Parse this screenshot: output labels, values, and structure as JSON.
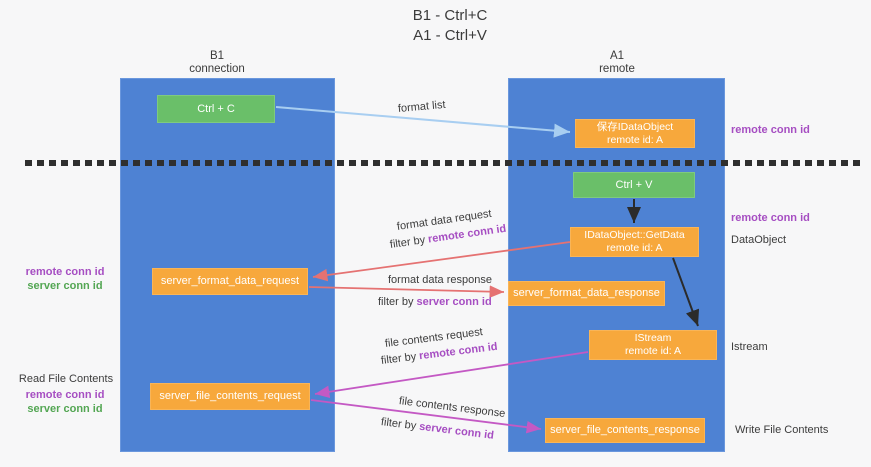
{
  "title": {
    "line1": "B1 - Ctrl+C",
    "line2": "A1 - Ctrl+V"
  },
  "columns": {
    "left": {
      "name": "B1",
      "subtitle": "connection"
    },
    "right": {
      "name": "A1",
      "subtitle": "remote"
    }
  },
  "boxes": {
    "ctrl_c": "Ctrl + C",
    "ctrl_v": "Ctrl + V",
    "save_idataobject": {
      "line1": "保存IDataObject",
      "line2": "remote id: A"
    },
    "getdata": {
      "line1": "IDataObject::GetData",
      "line2": "remote id: A"
    },
    "istream": {
      "line1": "IStream",
      "line2": "remote id: A"
    },
    "server_format_data_request": "server_format_data_request",
    "server_format_data_response": "server_format_data_response",
    "server_file_contents_request": "server_file_contents_request",
    "server_file_contents_response": "server_file_contents_response"
  },
  "flow_labels": {
    "format_list": "format list",
    "format_data_request": "format data request",
    "format_data_response": "format data response",
    "file_contents_request": "file contents request",
    "file_contents_response": "file contents response",
    "filter_by": "filter by",
    "remote_conn_id": "remote conn id",
    "server_conn_id": "server conn id"
  },
  "side_labels": {
    "left": {
      "remote_conn_id": "remote conn id",
      "server_conn_id": "server conn id",
      "read_file_contents": "Read File Contents"
    },
    "right": {
      "remote_conn_id_top": "remote conn id",
      "remote_conn_id_mid": "remote conn id",
      "dataobject": "DataObject",
      "istream": "Istream",
      "write_file_contents": "Write File Contents"
    }
  },
  "colors": {
    "column_blue": "#4e82d3",
    "box_green": "#6abf69",
    "box_orange": "#f7a83c",
    "purple_text": "#a64ec2",
    "green_text": "#53a653",
    "arrow_light_blue": "#a8cef1",
    "arrow_salmon": "#e57272",
    "arrow_magenta": "#c459c4",
    "arrow_black": "#2b2b2b"
  }
}
